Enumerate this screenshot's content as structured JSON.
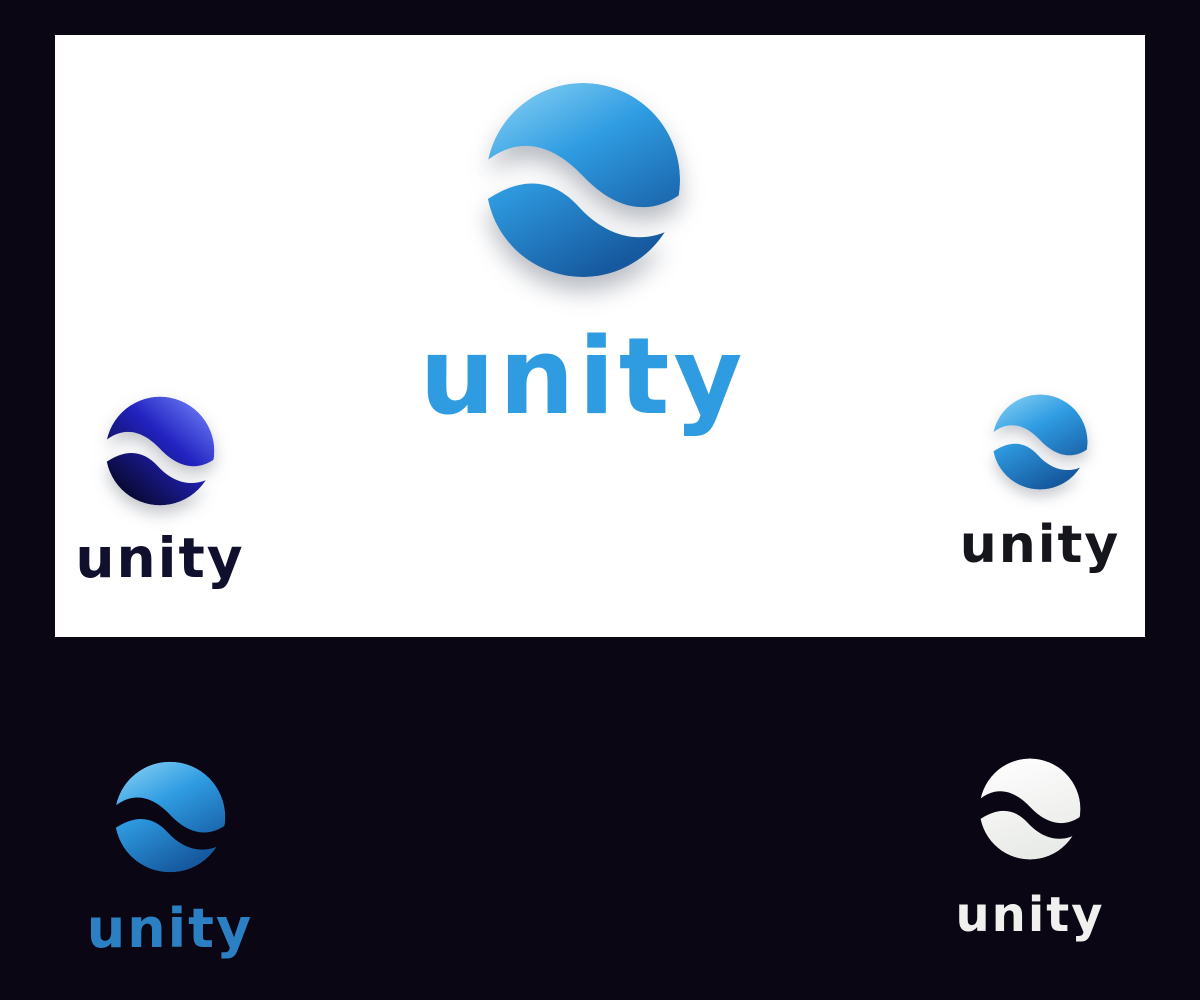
{
  "brand": {
    "name": "unity",
    "colors": {
      "canvas_dark": "#0a0614",
      "panel_white": "#ffffff",
      "blue_gradient_light": "#8fd6f5",
      "blue_gradient_mid": "#2f9ce2",
      "blue_gradient_dark": "#16599f",
      "navy_gradient_light": "#6b7cf7",
      "navy_gradient_mid": "#2222c0",
      "navy_gradient_dark": "#05051e",
      "white_mark": "#f3f4f2",
      "wordmark_blue": "#2f9ce2",
      "wordmark_navy": "#10102e",
      "wordmark_black": "#15151c",
      "wordmark_blue_on_dark": "#2b80c4",
      "wordmark_white": "#f0f1ee"
    }
  },
  "variants": {
    "main": {
      "wordmark": "unity"
    },
    "panel_left": {
      "wordmark": "unity"
    },
    "panel_right": {
      "wordmark": "unity"
    },
    "dark_left": {
      "wordmark": "unity"
    },
    "dark_right": {
      "wordmark": "unity"
    }
  }
}
